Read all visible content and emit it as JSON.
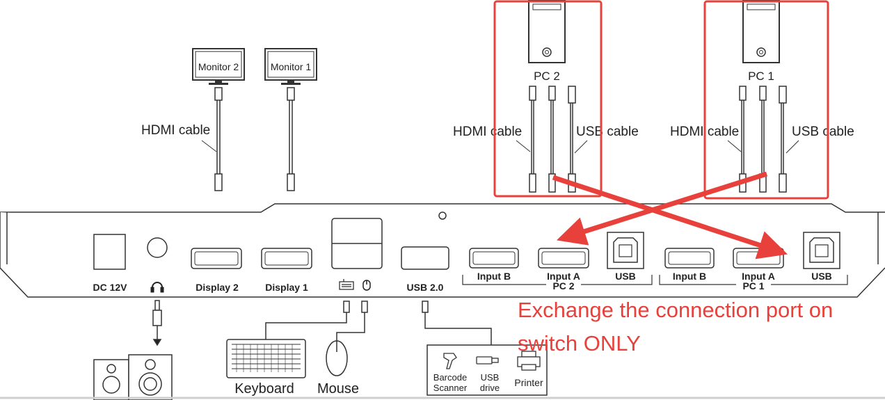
{
  "monitors": [
    "Monitor 2",
    "Monitor 1"
  ],
  "pcs": [
    "PC 2",
    "PC 1"
  ],
  "cables": {
    "hdmi_left": "HDMI cable",
    "pc2_hdmi": "HDMI cable",
    "pc2_usb": "USB cable",
    "pc1_hdmi": "HDMI cable",
    "pc1_usb": "USB cable"
  },
  "ports": {
    "dc": "DC 12V",
    "display2": "Display 2",
    "display1": "Display 1",
    "usb20": "USB 2.0",
    "pc2_input_b": "Input B",
    "pc2_input_a": "Input A",
    "pc2_usb": "USB",
    "pc2_group": "PC 2",
    "pc1_input_b": "Input B",
    "pc1_input_a": "Input A",
    "pc1_usb": "USB",
    "pc1_group": "PC 1"
  },
  "peripherals": {
    "keyboard": "Keyboard",
    "mouse": "Mouse",
    "barcode_line1": "Barcode",
    "barcode_line2": "Scanner",
    "usbdrive_line1": "USB",
    "usbdrive_line2": "drive",
    "printer": "Printer"
  },
  "annotation": {
    "line1": "Exchange the connection port on",
    "line2": "switch ONLY",
    "color": "#e8403a"
  },
  "icons": {
    "headphone": "headphone-icon",
    "keyboard_port": "keyboard-icon",
    "mouse_port": "mouse-icon"
  }
}
